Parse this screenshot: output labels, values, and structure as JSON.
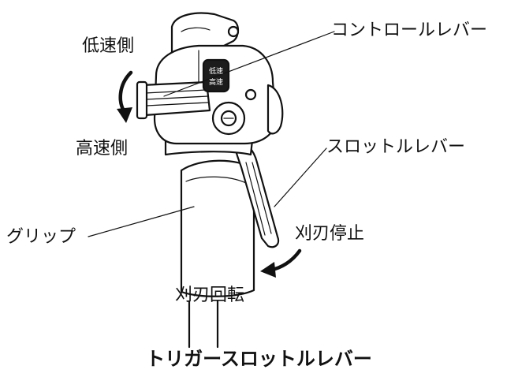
{
  "labels": {
    "low_speed_side": "低速側",
    "high_speed_side": "高速側",
    "control_lever": "コントロールレバー",
    "throttle_lever": "スロットルレバー",
    "grip": "グリップ",
    "blade_stop": "刈刃停止",
    "blade_rotation": "刈刃回転"
  },
  "dial_marks": [
    "低速",
    "高速"
  ],
  "caption": "トリガースロットルレバー"
}
